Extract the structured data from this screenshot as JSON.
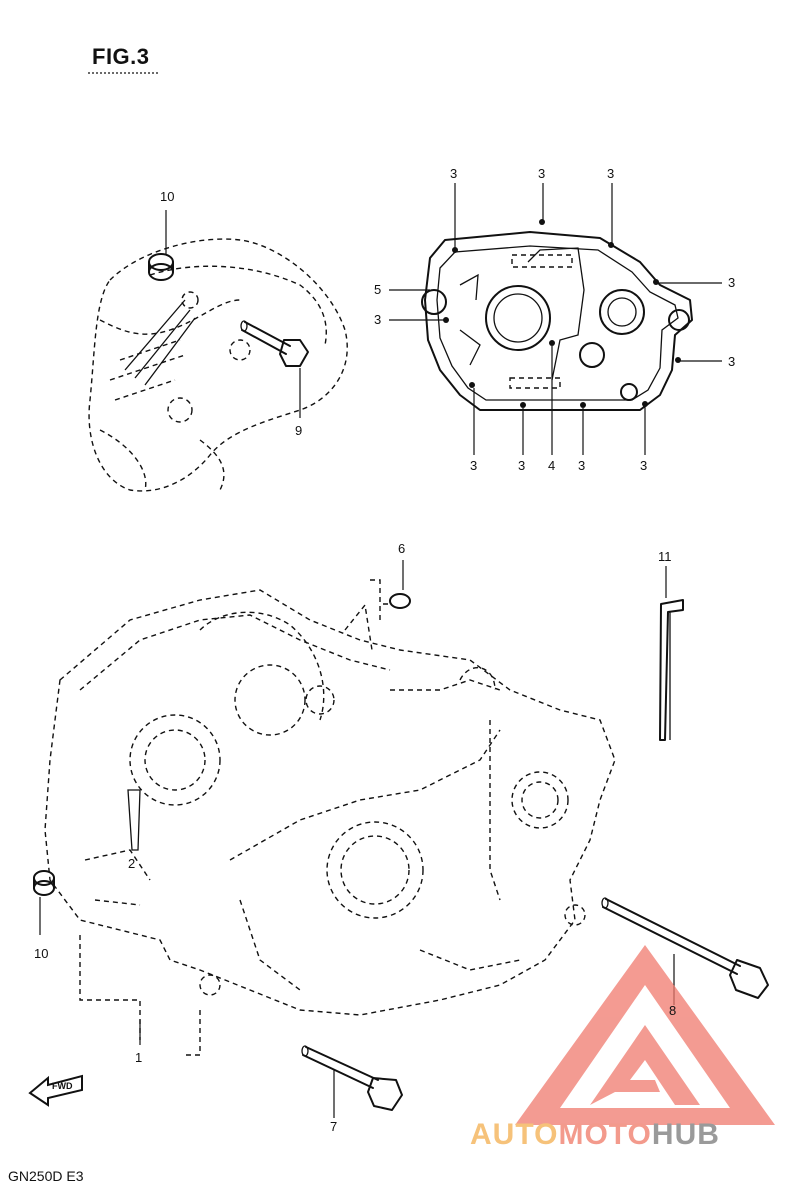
{
  "figure": {
    "title": "FIG.3",
    "model": "GN250D  E3"
  },
  "callouts": {
    "top_left": [
      "10",
      "9"
    ],
    "top_right_top": [
      "3",
      "3",
      "3"
    ],
    "top_right_side": [
      "5",
      "3",
      "3",
      "3"
    ],
    "top_right_bottom": [
      "3",
      "3",
      "4",
      "3",
      "3"
    ],
    "bottom": [
      "6",
      "11",
      "2",
      "10",
      "1",
      "8",
      "7"
    ]
  },
  "icons": {
    "fwd_arrow": "fwd-arrow-icon",
    "fwd_text": "FWD"
  },
  "watermark": {
    "part1": "AUTO",
    "part2": "MOTO",
    "part3": "HUB",
    "colors": {
      "triangle": "#f07a6e",
      "auto": "#f6c27a",
      "hub": "#9a9a9a"
    }
  }
}
